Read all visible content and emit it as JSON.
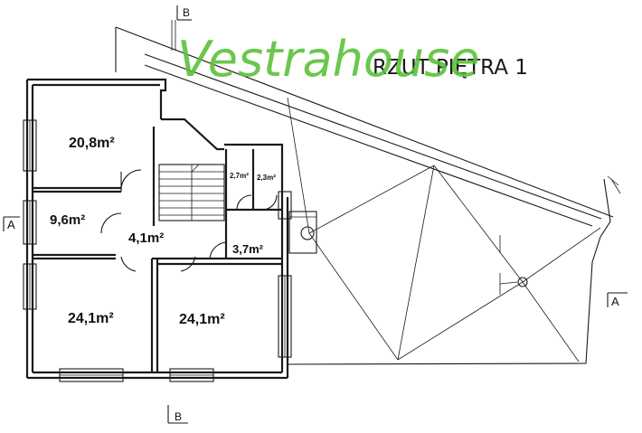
{
  "logo": {
    "text": "Vestrahouse",
    "color": "#5cc13a"
  },
  "title": "RZUT PIĘTRA 1",
  "rooms": [
    {
      "id": "room-1",
      "label": "20,8m²"
    },
    {
      "id": "room-2",
      "label": "9,6m²"
    },
    {
      "id": "room-3",
      "label": "4,1m²"
    },
    {
      "id": "room-4",
      "label": "2,7m²"
    },
    {
      "id": "room-5",
      "label": "2,3m²"
    },
    {
      "id": "room-6",
      "label": "3,7m²"
    },
    {
      "id": "room-7",
      "label": "24,1m²"
    },
    {
      "id": "room-8",
      "label": "24,1m²"
    }
  ],
  "section_marks": {
    "a_left": "A",
    "a_right": "A",
    "b_top": "B",
    "b_bottom": "B"
  }
}
